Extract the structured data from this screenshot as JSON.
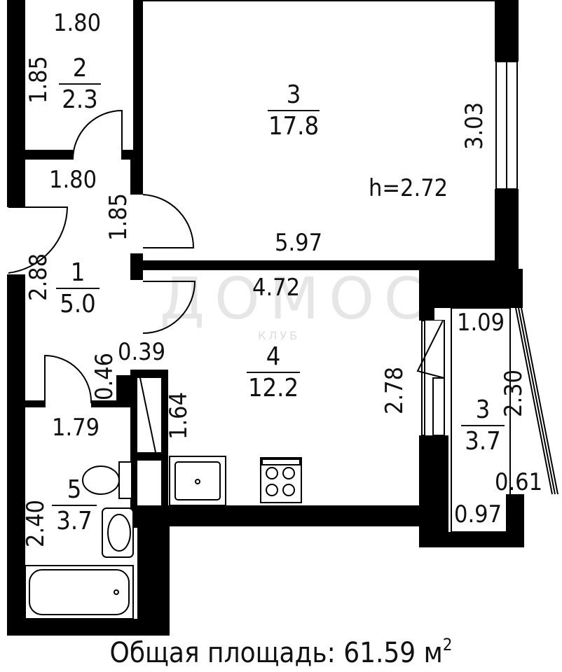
{
  "watermark": {
    "brand": "ДОМОС",
    "sub": "КЛУБ"
  },
  "rooms": {
    "r2": {
      "num": "2",
      "area": "2.3"
    },
    "r3": {
      "num": "3",
      "area": "17.8"
    },
    "r1": {
      "num": "1",
      "area": "5.0"
    },
    "r4": {
      "num": "4",
      "area": "12.2"
    },
    "r3b": {
      "num": "3",
      "area": "3.7"
    },
    "r5": {
      "num": "5",
      "area": "3.7"
    }
  },
  "dims": {
    "d_180_top": "1.80",
    "d_185_r2": "1.85",
    "d_180_hall": "1.80",
    "d_185_hall": "1.85",
    "d_303": "3.03",
    "d_h": "h=2.72",
    "d_597": "5.97",
    "d_472": "4.72",
    "d_288": "2.88",
    "d_046": "0.46",
    "d_039": "0.39",
    "d_164": "1.64",
    "d_179": "1.79",
    "d_240": "2.40",
    "d_278": "2.78",
    "d_109": "1.09",
    "d_230": "2.30",
    "d_061": "0.61",
    "d_097": "0.97"
  },
  "total": {
    "label": "Общая площадь: 61.59 м",
    "sup": "2"
  }
}
